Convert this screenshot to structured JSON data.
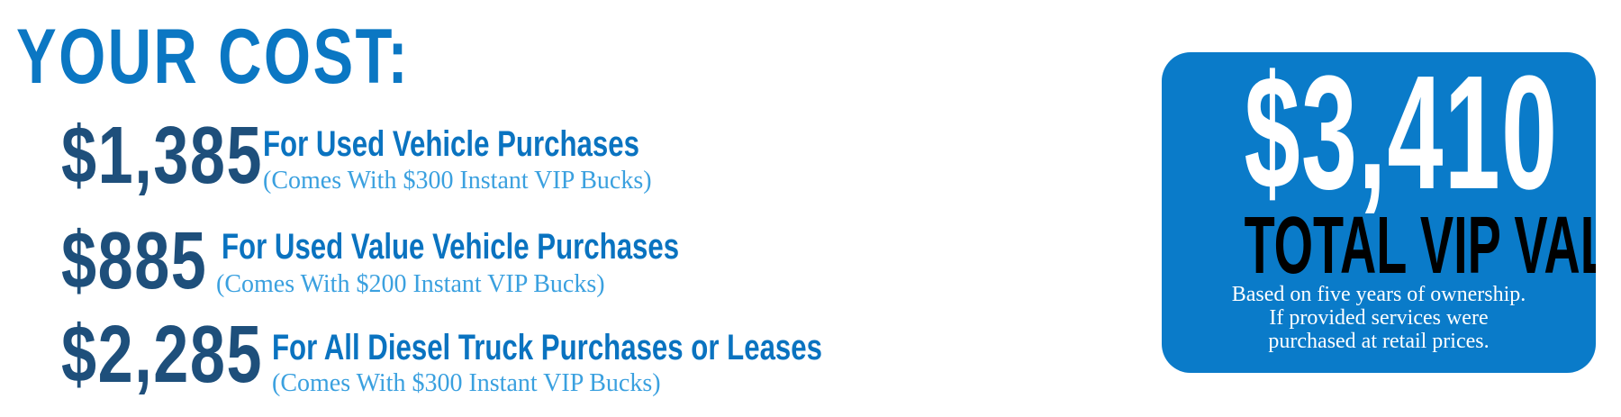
{
  "colors": {
    "heading": "#0b77c3",
    "price": "#1e4f7b",
    "label": "#0a73c0",
    "note": "#3aa0df",
    "vip_box": "#0a7bc9",
    "vip_amount": "#ffffff",
    "vip_title": "#000000",
    "vip_note": "#ffffff"
  },
  "heading": "YOUR COST:",
  "options": [
    {
      "price": "$1,385",
      "label": "For Used Vehicle Purchases",
      "note": "(Comes With $300 Instant VIP Bucks)"
    },
    {
      "price": "$885",
      "label": "For Used Value Vehicle Purchases",
      "note": "(Comes With $200 Instant VIP Bucks)"
    },
    {
      "price": "$2,285",
      "label": "For All Diesel Truck Purchases or Leases",
      "note": "(Comes With $300 Instant VIP Bucks)"
    }
  ],
  "vip": {
    "amount": "$3,410",
    "title": "TOTAL VIP VALUE",
    "note_lines": [
      "Based on five years of ownership.",
      "If provided services were",
      "purchased at retail prices."
    ]
  }
}
